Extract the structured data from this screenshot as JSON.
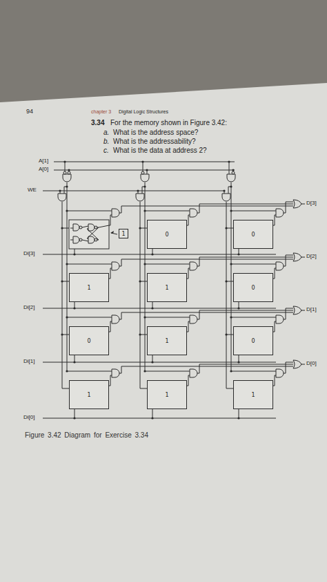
{
  "diagram": {
    "caption": "Figure 3.42 Diagram for Exercise 3.34",
    "nodes": [
      {
        "text": [
          "1"
        ]
      },
      {
        "text": [
          "0"
        ]
      },
      {
        "text": [
          "0"
        ]
      },
      {
        "text": [
          "1"
        ]
      },
      {
        "text": [
          "1"
        ]
      },
      {
        "text": [
          "0"
        ]
      },
      {
        "text": [
          "0"
        ]
      },
      {
        "text": [
          "1"
        ]
      },
      {
        "text": [
          "0"
        ]
      },
      {
        "text": [
          "1"
        ]
      },
      {
        "text": [
          "1"
        ]
      },
      {
        "text": [
          "1"
        ]
      }
    ],
    "labels": [
      "94",
      "chapter 3",
      "Digital Logic Structures",
      "3.34",
      "For the memory shown in Figure 3.42:",
      "a.",
      "What is the address space?",
      "b.",
      "What is the addressability?",
      "c.",
      "What is the data at address 2?",
      "A[1]",
      "A[0]",
      "WE",
      "Di[3]",
      "Di[2]",
      "Di[1]",
      "Di[0]",
      "D[3]",
      "D[2]",
      "D[1]",
      "D[0]"
    ]
  }
}
